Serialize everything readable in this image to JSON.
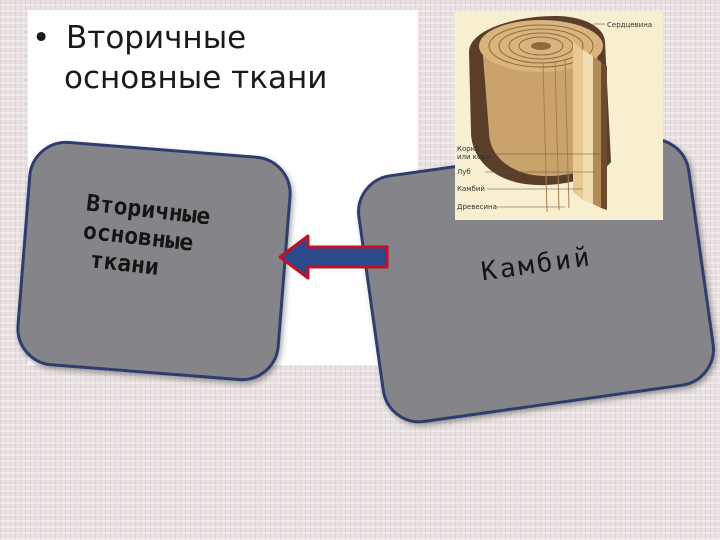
{
  "slide": {
    "bullet": "•",
    "title_line1": "Вторичные",
    "title_line2": "основные ткани"
  },
  "left_card": {
    "line1": "Вторичные",
    "line2": "основные",
    "line3": "ткани"
  },
  "right_card": {
    "label": "Камбий"
  },
  "figure": {
    "labels": {
      "heartwood": "Сердцевина",
      "bark": "Корка,",
      "bark2": "или кора",
      "phloem": "Луб",
      "cambium": "Камбий",
      "wood": "Древесина"
    }
  },
  "colors": {
    "card_fill": "#858589",
    "card_border": "#2f3d6e",
    "arrow_fill": "#2b4a8c",
    "arrow_border": "#c0102a"
  }
}
